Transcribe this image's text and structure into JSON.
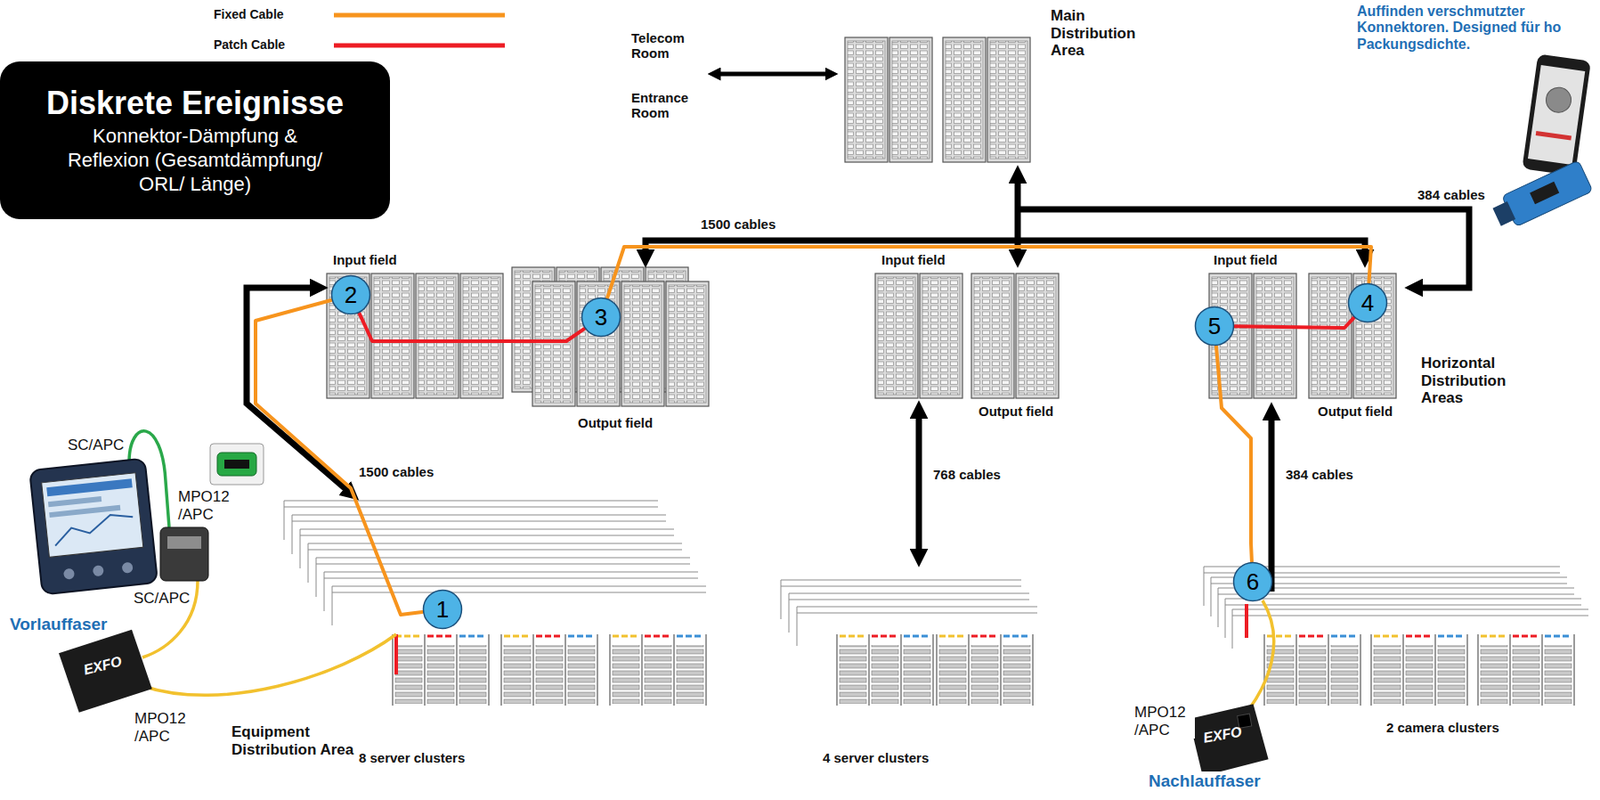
{
  "diagram": {
    "nodes": [
      {
        "text": [
          "Diskrete Ereignisse",
          "Konnektor-Dämpfung & Reflexion (Gesamtdämpfung/ ORL/ Länge)"
        ]
      },
      {
        "text": [
          "1"
        ]
      },
      {
        "text": [
          "2"
        ]
      },
      {
        "text": [
          "3"
        ]
      },
      {
        "text": [
          "4"
        ]
      },
      {
        "text": [
          "5"
        ]
      },
      {
        "text": [
          "6"
        ]
      }
    ],
    "edges": [
      {
        "from": 1,
        "to": 2,
        "arrow": "none"
      },
      {
        "from": 2,
        "to": 3,
        "arrow": "none"
      },
      {
        "from": 3,
        "to": 4,
        "arrow": "none"
      },
      {
        "from": 4,
        "to": 5,
        "arrow": "none"
      },
      {
        "from": 5,
        "to": 6,
        "arrow": "none"
      }
    ],
    "labels": [
      "Telecom Room",
      "Entrance Room",
      "Main Distribution Area",
      "Auffinden verschmutzter Konnektoren. Designed für ho Packungsdichte.",
      "1500 cables",
      "384 cables",
      "Input field",
      "Input field",
      "Input field",
      "Output field",
      "Output field",
      "Output field",
      "Horizontal Distribution Areas",
      "SC/APC",
      "MPO12 /APC",
      "1500 cables",
      "768 cables",
      "384 cables",
      "SC/APC",
      "Vorlauffaser",
      "EXFO",
      "MPO12 /APC",
      "MPO12 /APC",
      "2 camera clusters",
      "EXFO",
      "Equipment Distribution Area",
      "8 server clusters",
      "4 server clusters",
      "Nachlauffaser"
    ],
    "legend": [
      {
        "text": "Fixed Cable"
      },
      {
        "text": "Patch Cable"
      }
    ]
  }
}
